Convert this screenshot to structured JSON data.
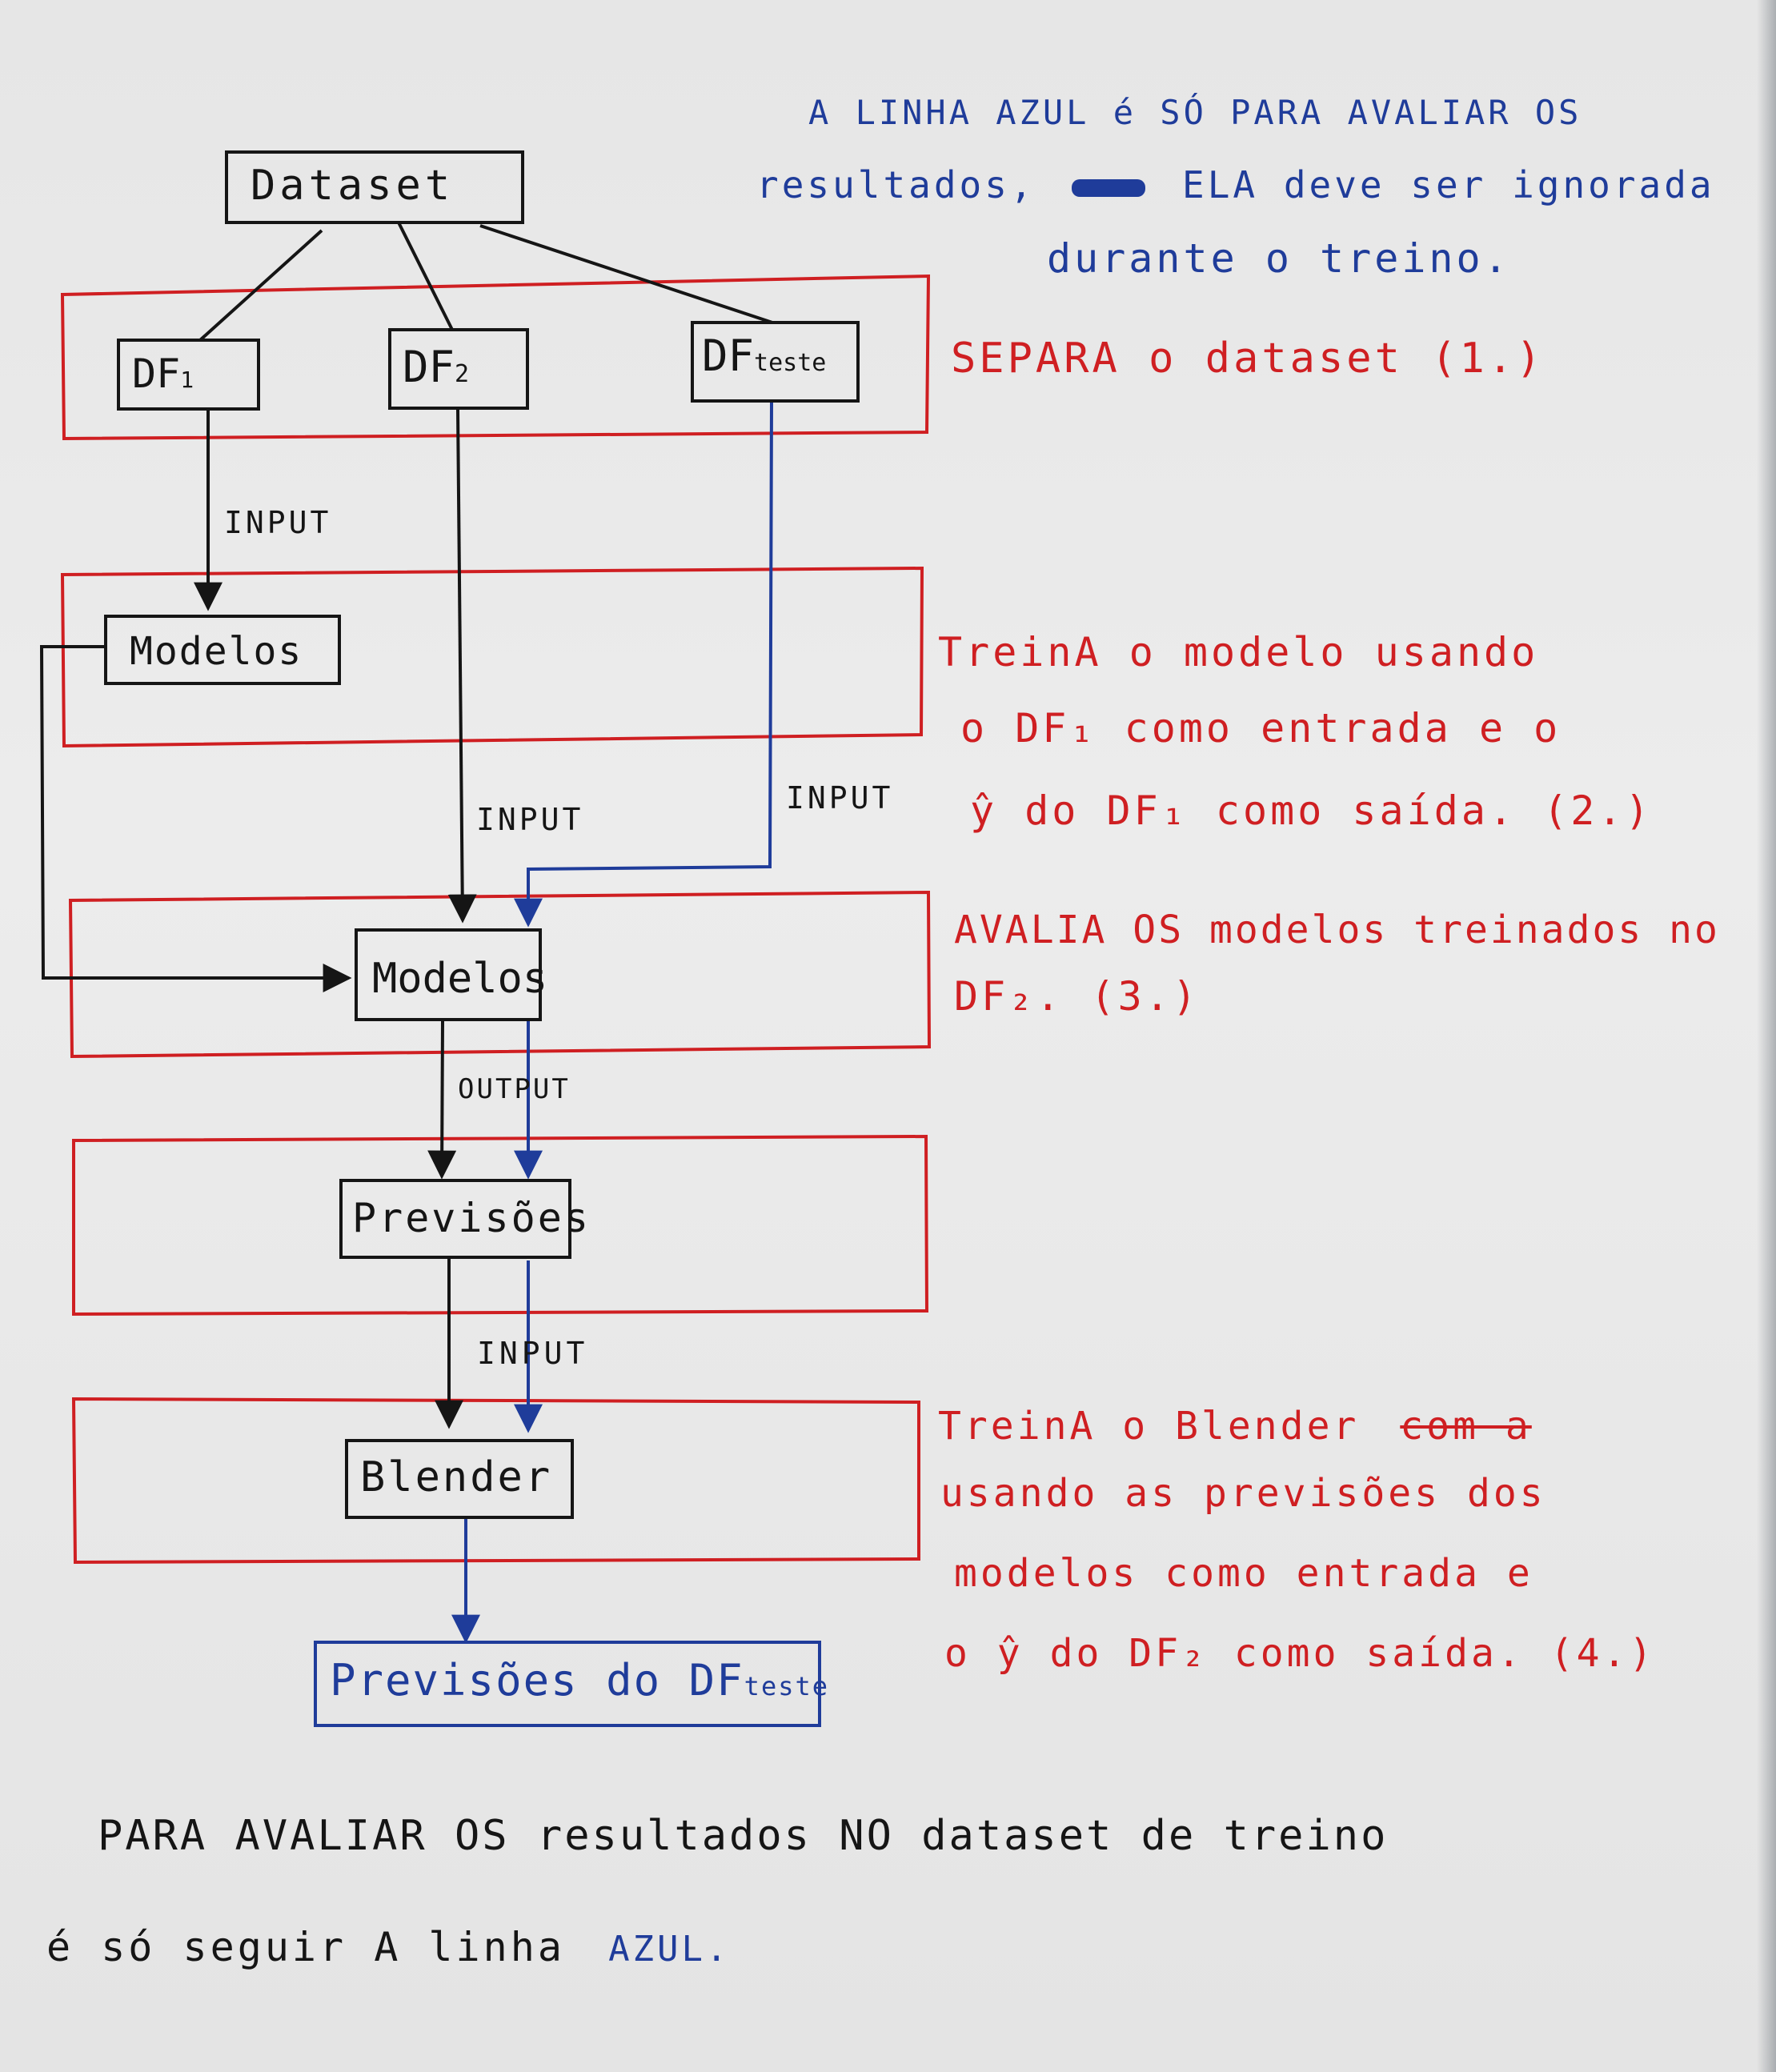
{
  "colors": {
    "ink_black": "#151515",
    "ink_red": "#cf1f22",
    "ink_blue": "#1f3c9a",
    "paper": "#e8e8e8"
  },
  "nodes": {
    "dataset": "Dataset",
    "df1": "DF",
    "df1_sub": "1",
    "df2": "DF",
    "df2_sub": "2",
    "df_teste": "DF",
    "df_teste_sub": "teste",
    "modelos_train": "Modelos",
    "modelos_eval": "Modelos",
    "previsoes": "Previsões",
    "blender": "Blender",
    "final": "Previsões do DF",
    "final_sub": "teste"
  },
  "edge_labels": {
    "input_1": "INPUT",
    "input_2": "INPUT",
    "input_3": "INPUT",
    "output": "OUTPUT",
    "input_4": "INPUT"
  },
  "notes": {
    "top_line1": "A LINHA AZUL é SÓ PARA AVALIAR OS",
    "top_line2_a": "resultados,",
    "top_line2_b": "ELA deve ser ignorada",
    "top_line3": "durante o treino.",
    "step1": "SEPARA o dataset (1.)",
    "step2_l1": "TreinA o modelo usando",
    "step2_l2": "o DF₁ como entrada e o",
    "step2_l3": "ŷ do DF₁ como saída. (2.)",
    "step3_l1": "AVALIA OS modelos treinados no",
    "step3_l2": "DF₂. (3.)",
    "step4_l1": "TreinA o Blender",
    "step4_struck": "com a",
    "step4_l2": "usando as previsões dos",
    "step4_l3": "modelos como entrada e",
    "step4_l4": "o ŷ do DF₂ como saída. (4.)",
    "bottom_l1": "PARA AVALIAR OS resultados NO dataset de treino",
    "bottom_l2": "é só seguir A linha",
    "bottom_l2_blue": "AZUL."
  }
}
